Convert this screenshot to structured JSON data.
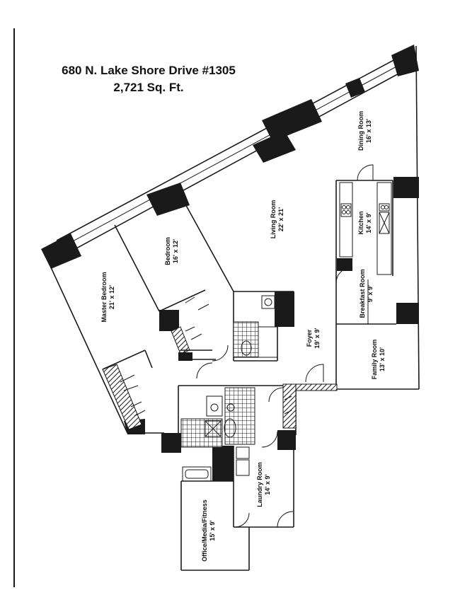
{
  "header": {
    "address": "680 N. Lake Shore Drive #1305",
    "area": "2,721 Sq. Ft."
  },
  "rooms": {
    "dining": {
      "name": "Dining Room",
      "dims": "16' x 13'"
    },
    "kitchen": {
      "name": "Kitchen",
      "dims": "14' x 9'"
    },
    "living": {
      "name": "Living Room",
      "dims": "22' x 21'"
    },
    "bedroom": {
      "name": "Bedroom",
      "dims": "16' x 12'"
    },
    "master": {
      "name": "Master Bedroom",
      "dims": "21' x 12'"
    },
    "breakfast": {
      "name": "Breakfast Room",
      "dims": "9' x 9'"
    },
    "foyer": {
      "name": "Foyer",
      "dims": "19' x 9'"
    },
    "family": {
      "name": "Family Room",
      "dims": "13' x 10'"
    },
    "laundry": {
      "name": "Laundry Room",
      "dims": "14' x 9'"
    },
    "office": {
      "name": "Office/Media/Fitness",
      "dims": "15' x 9'"
    }
  },
  "colors": {
    "ink": "#1a1a1a",
    "paper": "#ffffff"
  }
}
